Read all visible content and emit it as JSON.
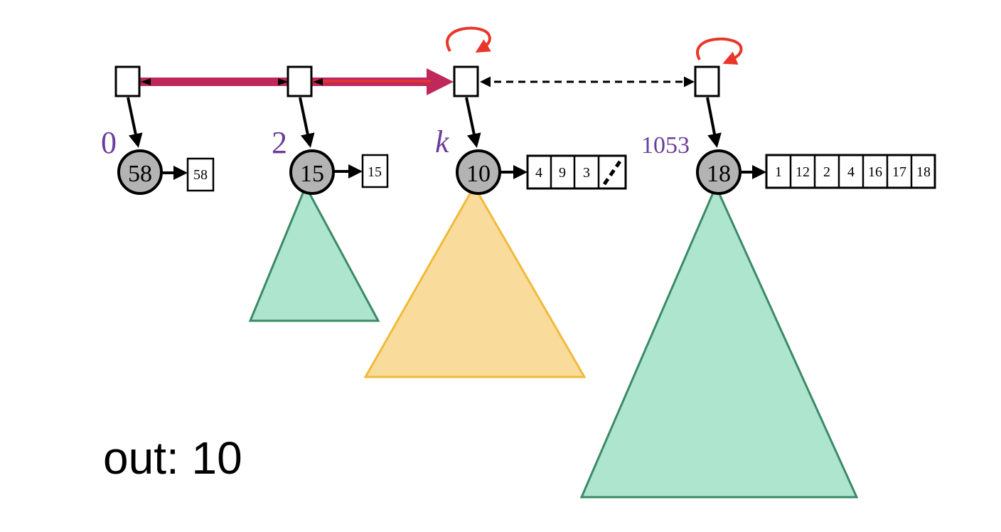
{
  "colors": {
    "green_fill": "#ade5cf",
    "green_stroke": "#3b8a66",
    "orange_fill": "#f9dc9c",
    "orange_stroke": "#f0ba3a",
    "node_fill": "#b3b3b3",
    "label_purple": "#6a3d9a",
    "magenta_arrow": "#c0275a",
    "red_arrow": "#e8372a"
  },
  "columns": [
    {
      "index_label": "0",
      "node_value": "58",
      "list": [
        "58"
      ]
    },
    {
      "index_label": "2",
      "node_value": "15",
      "list": [
        "15"
      ]
    },
    {
      "index_label": "k",
      "node_value": "10",
      "list": [
        "4",
        "9",
        "3",
        ""
      ]
    },
    {
      "index_label": "1053",
      "node_value": "18",
      "list": [
        "1",
        "12",
        "2",
        "4",
        "16",
        "17",
        "18"
      ]
    }
  ],
  "output": {
    "text": "out: 10"
  }
}
